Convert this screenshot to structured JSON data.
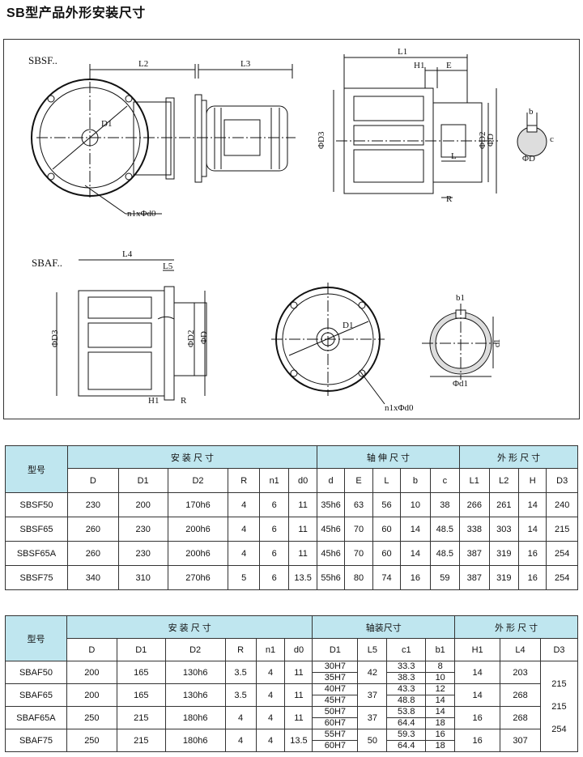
{
  "title": "SB型产品外形安装尺寸",
  "drawing": {
    "sbsf_label": "SBSF..",
    "sbaf_label": "SBAF..",
    "dims": {
      "L2": "L2",
      "L3": "L3",
      "L1": "L1",
      "H1": "H1",
      "E": "E",
      "L": "L",
      "R": "R",
      "D1": "D1",
      "nd0": "n1xΦd0",
      "PhiD3": "ΦD3",
      "PhiD2": "ΦD2",
      "PhiD": "ΦD",
      "b": "b",
      "c": "c",
      "PhiD_key": "ΦD",
      "L4": "L4",
      "L5": "L5",
      "H1b": "H1",
      "Rb": "R",
      "PhiD3b": "ΦD3",
      "PhiD2b": "ΦD2",
      "PhiDb": "ΦD",
      "D1b": "D1",
      "nd0b": "n1xΦd0",
      "b1": "b1",
      "c1": "c1",
      "Phid1": "Φd1"
    }
  },
  "table1": {
    "model_header": "型号",
    "groups": [
      "安 装 尺 寸",
      "轴 伸 尺 寸",
      "外 形 尺 寸"
    ],
    "columns": [
      "D",
      "D1",
      "D2",
      "R",
      "n1",
      "d0",
      "d",
      "E",
      "L",
      "b",
      "c",
      "L1",
      "L2",
      "H",
      "D3"
    ],
    "rows": [
      [
        "SBSF50",
        "230",
        "200",
        "170h6",
        "4",
        "6",
        "11",
        "35h6",
        "63",
        "56",
        "10",
        "38",
        "266",
        "261",
        "14",
        "240"
      ],
      [
        "SBSF65",
        "260",
        "230",
        "200h6",
        "4",
        "6",
        "11",
        "45h6",
        "70",
        "60",
        "14",
        "48.5",
        "338",
        "303",
        "14",
        "215"
      ],
      [
        "SBSF65A",
        "260",
        "230",
        "200h6",
        "4",
        "6",
        "11",
        "45h6",
        "70",
        "60",
        "14",
        "48.5",
        "387",
        "319",
        "16",
        "254"
      ],
      [
        "SBSF75",
        "340",
        "310",
        "270h6",
        "5",
        "6",
        "13.5",
        "55h6",
        "80",
        "74",
        "16",
        "59",
        "387",
        "319",
        "16",
        "254"
      ]
    ]
  },
  "table2": {
    "model_header": "型号",
    "groups": [
      "安 装 尺 寸",
      "轴装尺寸",
      "外 形 尺 寸"
    ],
    "columns": [
      "D",
      "D1",
      "D2",
      "R",
      "n1",
      "d0",
      "D1",
      "L5",
      "c1",
      "b1",
      "H1",
      "L4",
      "D3"
    ],
    "rows": [
      {
        "model": "SBAF50",
        "D": "200",
        "D1": "165",
        "D2": "130h6",
        "R": "3.5",
        "n1": "4",
        "d0": "11",
        "bore": [
          "30H7",
          "35H7"
        ],
        "L5": "42",
        "c1": [
          "33.3",
          "38.3"
        ],
        "b1": [
          "8",
          "10"
        ],
        "H1": "14",
        "L4": "203"
      },
      {
        "model": "SBAF65",
        "D": "200",
        "D1": "165",
        "D2": "130h6",
        "R": "3.5",
        "n1": "4",
        "d0": "11",
        "bore": [
          "40H7",
          "45H7"
        ],
        "L5": "37",
        "c1": [
          "43.3",
          "48.8"
        ],
        "b1": [
          "12",
          "14"
        ],
        "H1": "14",
        "L4": "268"
      },
      {
        "model": "SBAF65A",
        "D": "250",
        "D1": "215",
        "D2": "180h6",
        "R": "4",
        "n1": "4",
        "d0": "11",
        "bore": [
          "50H7",
          "60H7"
        ],
        "L5": "37",
        "c1": [
          "53.8",
          "64.4"
        ],
        "b1": [
          "14",
          "18"
        ],
        "H1": "16",
        "L4": "268"
      },
      {
        "model": "SBAF75",
        "D": "250",
        "D1": "215",
        "D2": "180h6",
        "R": "4",
        "n1": "4",
        "d0": "13.5",
        "bore": [
          "55H7",
          "60H7"
        ],
        "L5": "50",
        "c1": [
          "59.3",
          "64.4"
        ],
        "b1": [
          "16",
          "18"
        ],
        "H1": "16",
        "L4": "307"
      }
    ],
    "D3_values": [
      "215",
      "215",
      "254"
    ]
  }
}
